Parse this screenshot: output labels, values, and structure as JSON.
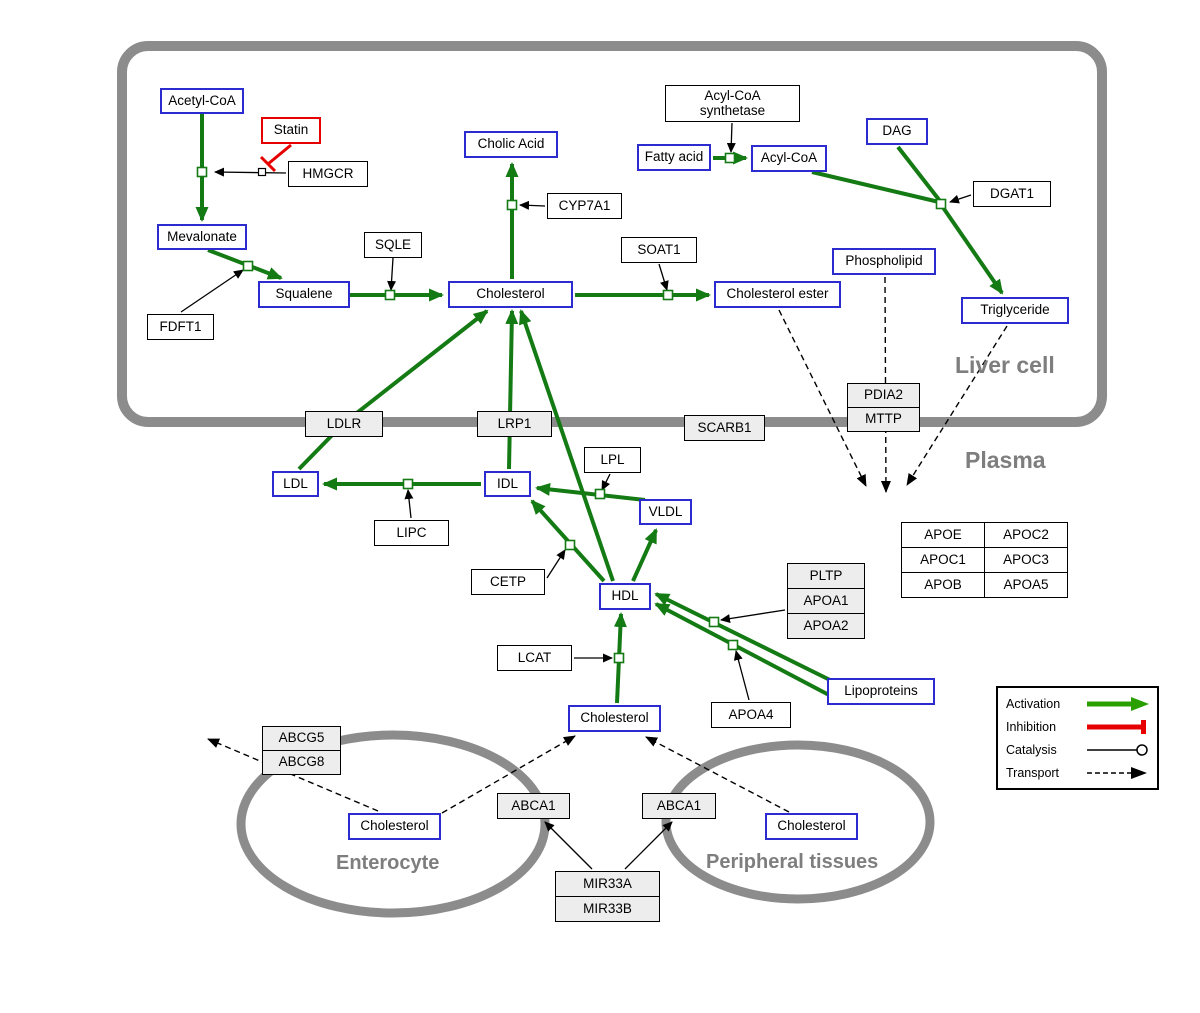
{
  "regions": {
    "liver_label": "Liver cell",
    "plasma_label": "Plasma",
    "enterocyte_label": "Enterocyte",
    "peripheral_label": "Peripheral tissues"
  },
  "nodes": {
    "acetyl_coa": "Acetyl-CoA",
    "statin": "Statin",
    "hmgcr": "HMGCR",
    "mevalonate": "Mevalonate",
    "fdft1": "FDFT1",
    "squalene": "Squalene",
    "sqle": "SQLE",
    "cholic_acid": "Cholic Acid",
    "cyp7a1": "CYP7A1",
    "cholesterol_liver": "Cholesterol",
    "soat1": "SOAT1",
    "cholesterol_ester": "Cholesterol ester",
    "acyl_coa_synthetase_line1": "Acyl-CoA",
    "acyl_coa_synthetase_line2": "synthetase",
    "fatty_acid": "Fatty acid",
    "acyl_coa": "Acyl-CoA",
    "dag": "DAG",
    "dgat1": "DGAT1",
    "phospholipid": "Phospholipid",
    "triglyceride": "Triglyceride",
    "ldlr": "LDLR",
    "lrp1": "LRP1",
    "scarb1": "SCARB1",
    "pdia2": "PDIA2",
    "mttp": "MTTP",
    "ldl": "LDL",
    "idl": "IDL",
    "lipc": "LIPC",
    "lpl": "LPL",
    "vldl": "VLDL",
    "cetp": "CETP",
    "hdl": "HDL",
    "pltp": "PLTP",
    "apoa1": "APOA1",
    "apoa2": "APOA2",
    "lcat": "LCAT",
    "apoa4": "APOA4",
    "lipoproteins": "Lipoproteins",
    "apoe": "APOE",
    "apoc2": "APOC2",
    "apoc1": "APOC1",
    "apoc3": "APOC3",
    "apob": "APOB",
    "apoa5": "APOA5",
    "cholesterol_plasma": "Cholesterol",
    "abcg5": "ABCG5",
    "abcg8": "ABCG8",
    "cholesterol_enterocyte": "Cholesterol",
    "abca1_left": "ABCA1",
    "abca1_right": "ABCA1",
    "cholesterol_peripheral": "Cholesterol",
    "mir33a": "MIR33A",
    "mir33b": "MIR33B"
  },
  "legend": {
    "activation": "Activation",
    "inhibition": "Inhibition",
    "catalysis": "Catalysis",
    "transport": "Transport"
  },
  "colors": {
    "metabolite_border": "#2b2bd0",
    "activation_green": "#147a14",
    "legend_green": "#2aa000",
    "inhibition_red": "#e60000",
    "membrane_gray": "#8c8c8c",
    "region_label_gray": "#7e7e7e"
  }
}
